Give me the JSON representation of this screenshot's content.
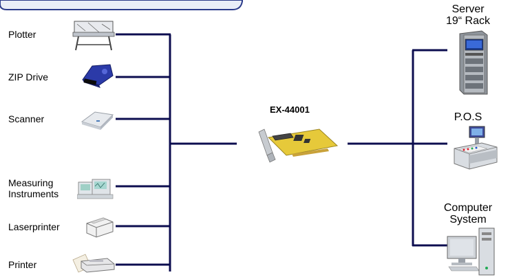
{
  "card": {
    "label": "EX-44001"
  },
  "left_devices": [
    {
      "label": "Plotter",
      "icon": "plotter-icon"
    },
    {
      "label": "ZIP Drive",
      "icon": "zip-drive-icon"
    },
    {
      "label": "Scanner",
      "icon": "scanner-icon"
    },
    {
      "label": "Measuring\nInstruments",
      "icon": "measuring-instruments-icon"
    },
    {
      "label": "Laserprinter",
      "icon": "laserprinter-icon"
    },
    {
      "label": "Printer",
      "icon": "printer-icon"
    }
  ],
  "right_devices": [
    {
      "label": "Server\n19“ Rack",
      "icon": "server-rack-icon"
    },
    {
      "label": "P.O.S",
      "icon": "pos-terminal-icon"
    },
    {
      "label": "Computer\nSystem",
      "icon": "computer-system-icon"
    }
  ],
  "colors": {
    "wire": "#0c0d4f",
    "banner_border": "#2a3a8a"
  }
}
